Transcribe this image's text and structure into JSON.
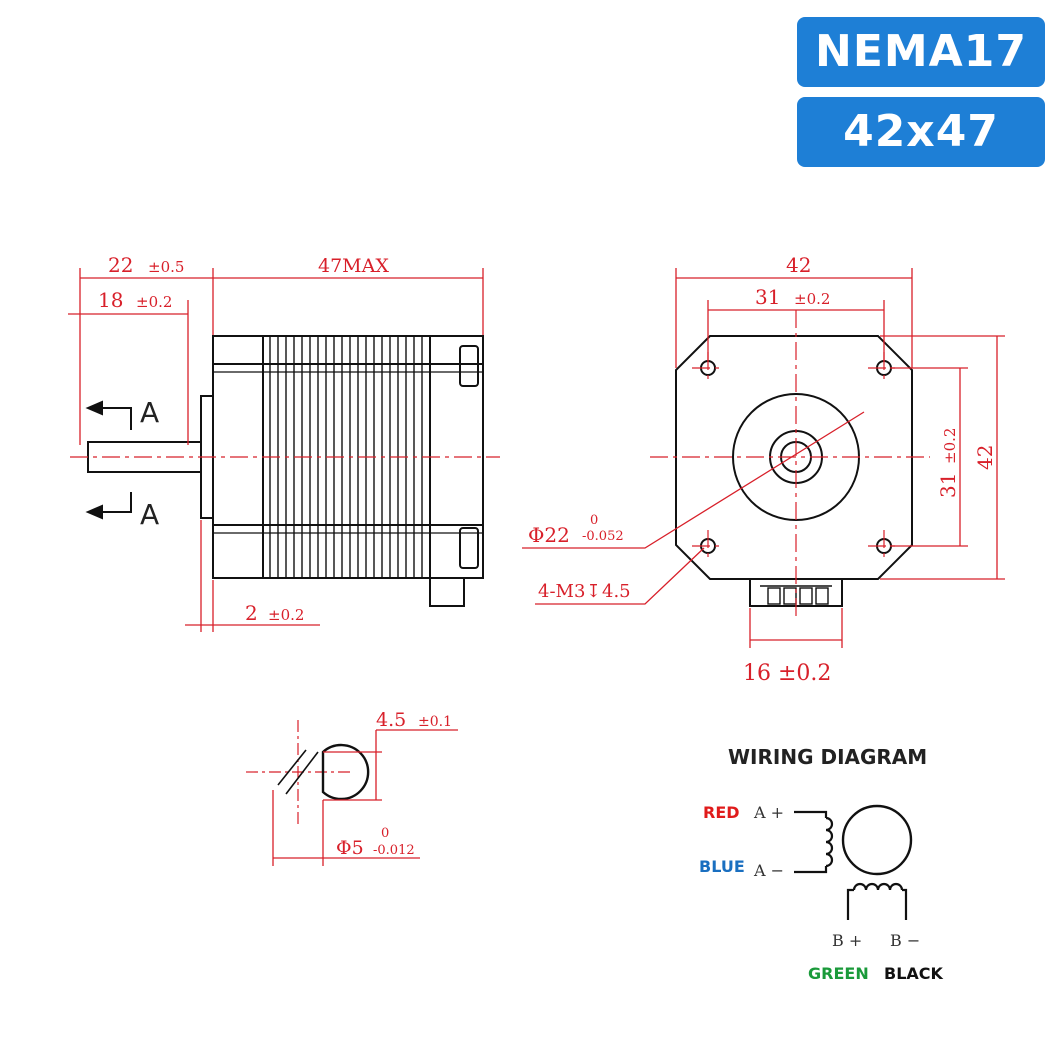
{
  "badges": {
    "model": "NEMA17",
    "size": "42x47"
  },
  "side_view": {
    "dim_shaft_length": "22",
    "dim_shaft_length_tol": "±0.5",
    "dim_body_length": "47MAX",
    "dim_flat_length": "18",
    "dim_flat_length_tol": "±0.2",
    "dim_boss_depth": "2",
    "dim_boss_depth_tol": "±0.2",
    "section_label_top": "A",
    "section_label_bottom": "A"
  },
  "front_view": {
    "dim_width": "42",
    "dim_hole_spacing_x": "31",
    "dim_hole_spacing_x_tol": "±0.2",
    "dim_hole_spacing_y": "31",
    "dim_hole_spacing_y_tol": "±0.2",
    "dim_height": "42",
    "dim_boss_diameter": "Φ22",
    "dim_boss_tol_upper": "0",
    "dim_boss_tol_lower": "-0.052",
    "dim_holes": "4-M3",
    "dim_hole_depth_symbol": "↧",
    "dim_hole_depth": "4.5",
    "dim_connector_width": "16 ±0.2"
  },
  "section_view": {
    "dim_flat": "4.5",
    "dim_flat_tol": "±0.1",
    "dim_shaft_diameter": "Φ5",
    "dim_shaft_tol_upper": "0",
    "dim_shaft_tol_lower": "-0.012"
  },
  "wiring": {
    "title": "WIRING DIAGRAM",
    "terminal_a_plus": "A +",
    "terminal_a_minus": "A −",
    "terminal_b_plus": "B +",
    "terminal_b_minus": "B −",
    "wire_a_plus": "RED",
    "wire_a_minus": "BLUE",
    "wire_b_plus": "GREEN",
    "wire_b_minus": "BLACK",
    "colors": {
      "red": "#e01b1b",
      "blue": "#1a6fc0",
      "green": "#1a9a3a",
      "black": "#111111"
    }
  }
}
